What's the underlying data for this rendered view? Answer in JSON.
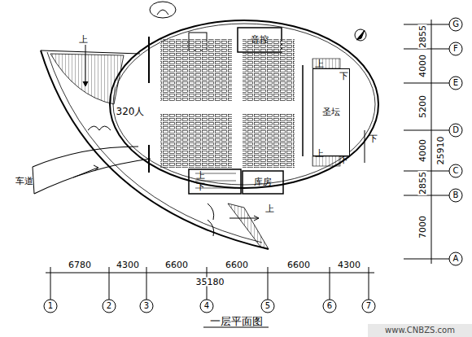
{
  "diagram": {
    "title": "一层平面图",
    "nodes": [
      {
        "text": [
          "音控"
        ]
      },
      {
        "text": [
          "圣坛"
        ]
      },
      {
        "text": [
          "库房"
        ]
      }
    ],
    "labels": [
      "320人",
      "车道",
      "上",
      "上",
      "上",
      "上",
      "上",
      "下",
      "下",
      "下",
      "下",
      "6780",
      "4300",
      "6600",
      "6600",
      "6600",
      "4300",
      "35180",
      "1",
      "2",
      "3",
      "4",
      "5",
      "6",
      "7",
      "2855",
      "4000",
      "5200",
      "4000",
      "2855",
      "7000",
      "25910",
      "G",
      "F",
      "E",
      "D",
      "C",
      "B",
      "A",
      "www.CNBZS.com"
    ]
  }
}
